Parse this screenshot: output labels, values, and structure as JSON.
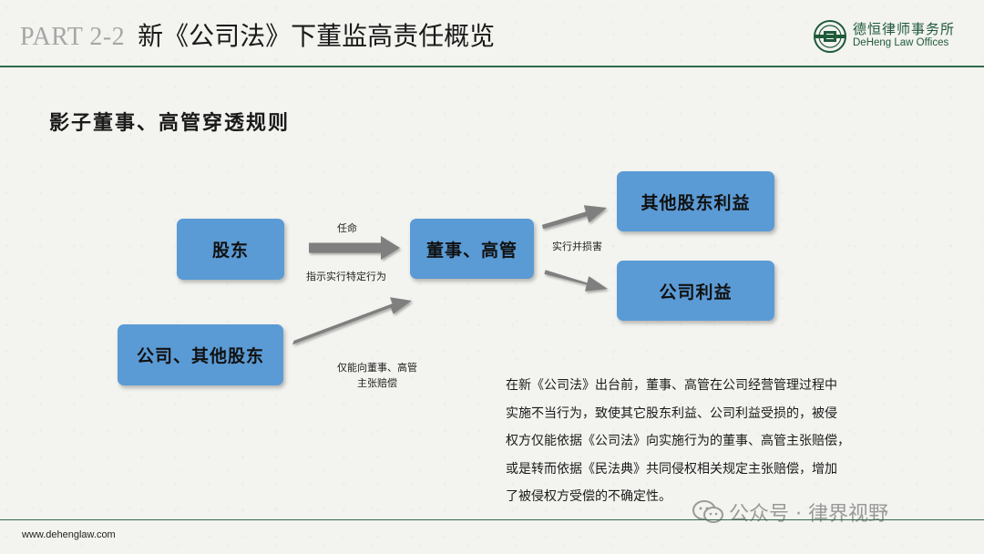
{
  "header": {
    "part_label": "PART 2-2",
    "title": "新《公司法》下董监高责任概览",
    "logo_cn": "德恒律师事务所",
    "logo_en": "DeHeng Law Offices"
  },
  "section_title": "影子董事、高管穿透规则",
  "diagram": {
    "boxes": {
      "shareholder": "股东",
      "company_other": "公司、其他股东",
      "directors": "董事、高管",
      "other_shareholder_interest": "其他股东利益",
      "company_interest": "公司利益"
    },
    "labels": {
      "appoint": "任命",
      "instruct": "指示实行特定行为",
      "harm": "实行并损害",
      "claim_line1": "仅能向董事、高管",
      "claim_line2": "主张赔偿"
    },
    "colors": {
      "box": "#5b9bd5",
      "arrow": "#7f7f7f",
      "rule": "#2f6b4a"
    }
  },
  "paragraph": {
    "lines": [
      "在新《公司法》出台前，董事、高管在公司经营管理过程中",
      "实施不当行为，致使其它股东利益、公司利益受损的，被侵",
      "权方仅能依据《公司法》向实施行为的董事、高管主张赔偿，",
      "或是转而依据《民法典》共同侵权相关规定主张赔偿，增加",
      "了被侵权方受偿的不确定性。"
    ]
  },
  "watermark": "公众号 · 律界视野",
  "footer": {
    "url": "www.dehenglaw.com"
  }
}
